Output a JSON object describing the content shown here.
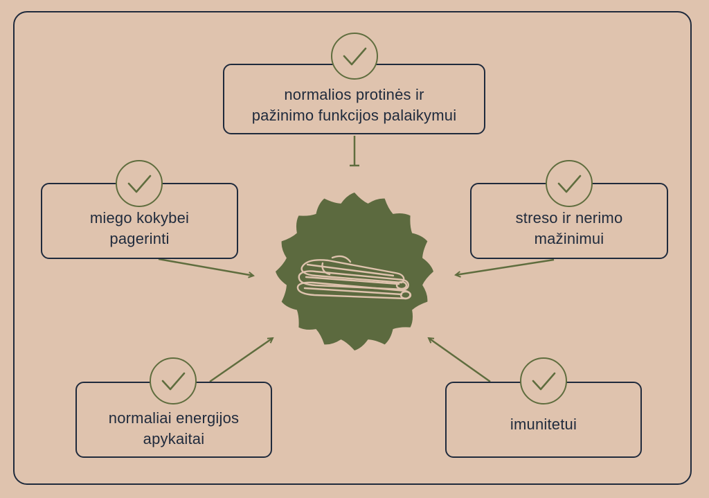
{
  "colors": {
    "background": "#dfc3ae",
    "outline": "#1f2a3c",
    "accent_green": "#5f6d3e",
    "badge_green": "#5c6a3f",
    "badge_line": "#dfc3ae"
  },
  "center": {
    "icon": "cinnamon-sticks-icon"
  },
  "benefits": {
    "top": {
      "text": "normalios protinės ir\npažinimo funkcijos palaikymui",
      "icon": "checkmark-icon"
    },
    "left": {
      "text": "miego kokybei\npagerinti",
      "icon": "checkmark-icon"
    },
    "right": {
      "text": "streso ir nerimo\nmažinimui",
      "icon": "checkmark-icon"
    },
    "bottom_left": {
      "text": "normaliai energijos\napykaitai",
      "icon": "checkmark-icon"
    },
    "bottom_right": {
      "text": "imunitetui",
      "icon": "checkmark-icon"
    }
  }
}
